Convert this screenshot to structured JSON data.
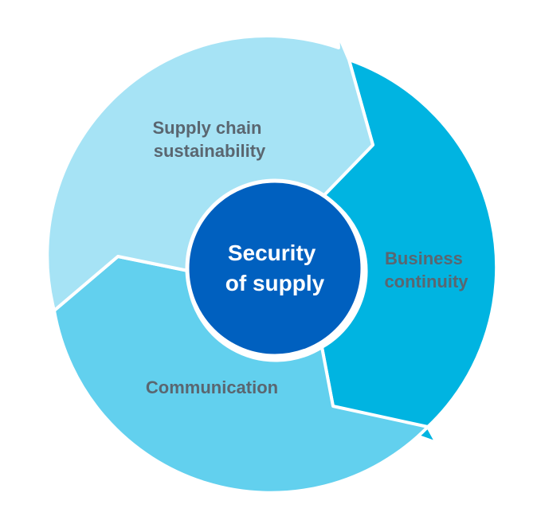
{
  "diagram": {
    "center": {
      "line1": "Security",
      "line2": "of supply",
      "color": "#0060BF"
    },
    "segments": [
      {
        "line1": "Supply chain",
        "line2": "sustainability",
        "color": "#A6E3F5"
      },
      {
        "line1": "Business",
        "line2": "continuity",
        "color": "#00B4E1"
      },
      {
        "line1": "Communication",
        "line2": "",
        "color": "#62D0EE"
      }
    ],
    "label_color": "#5A6670"
  }
}
